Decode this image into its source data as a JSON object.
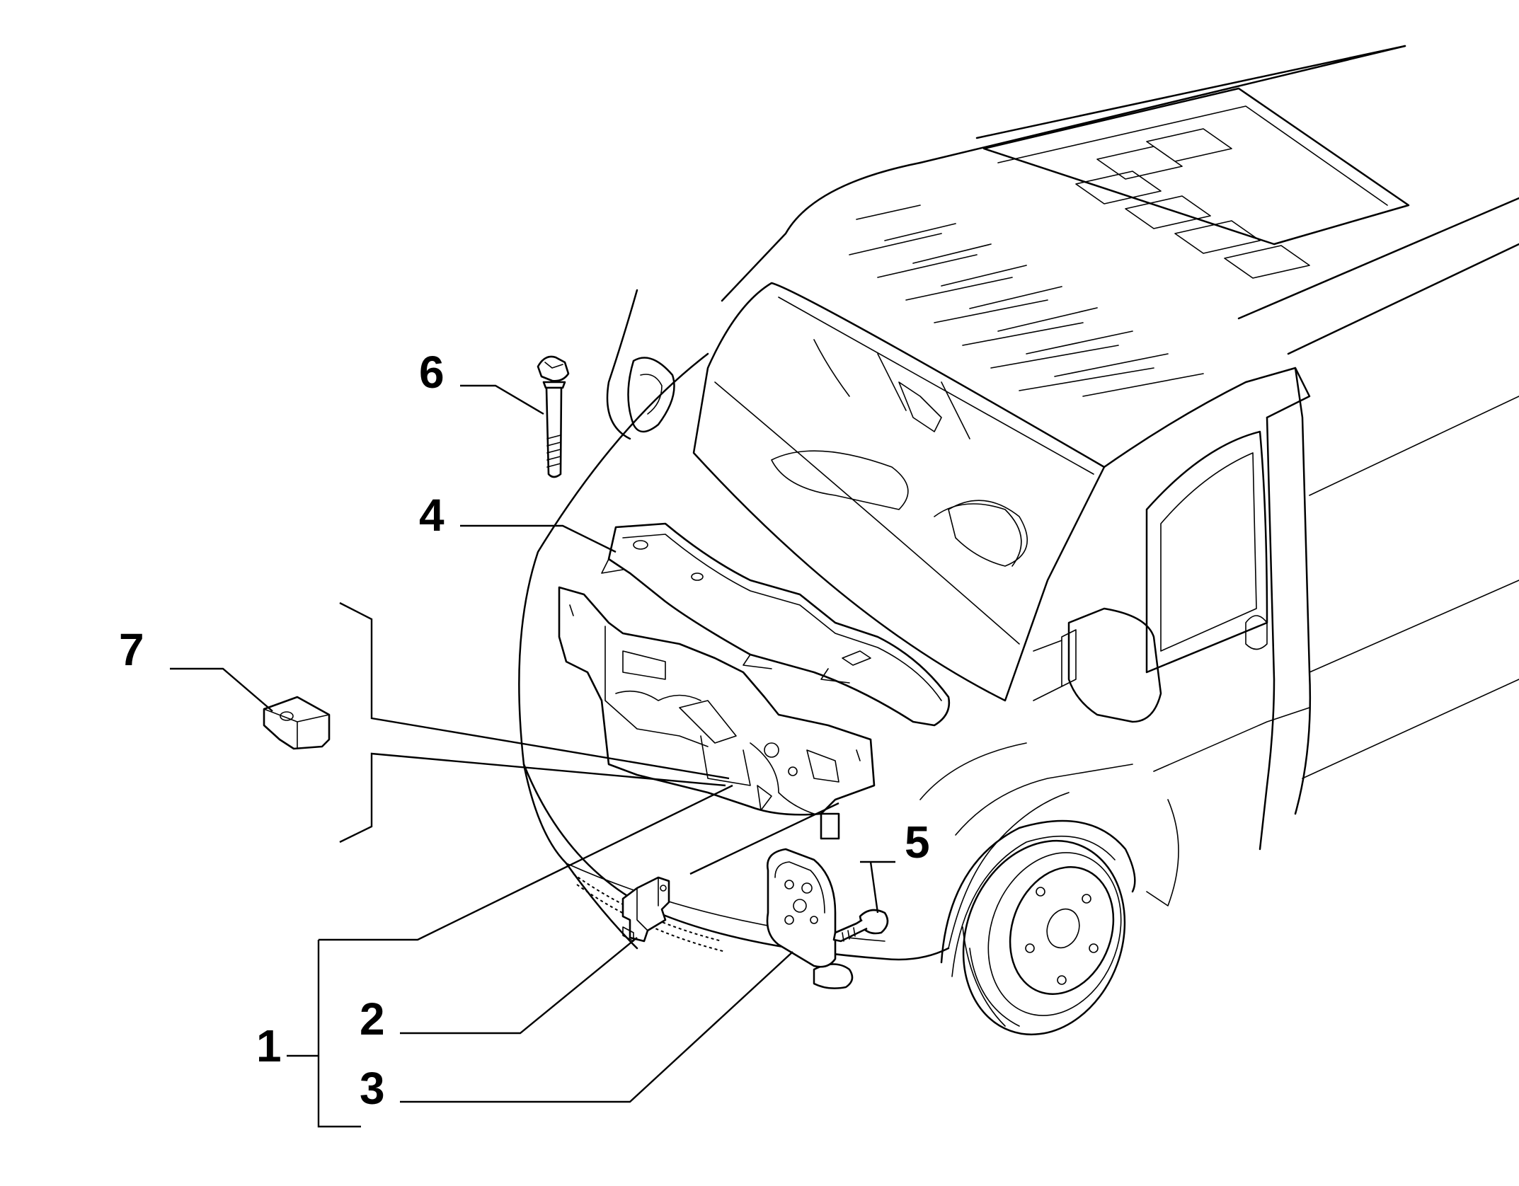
{
  "labels": {
    "part_1": "1",
    "part_2": "2",
    "part_3": "3",
    "part_4": "4",
    "part_5": "5",
    "part_6": "6",
    "part_7": "7"
  },
  "colors": {
    "line": "#000000",
    "background": "#ffffff"
  }
}
